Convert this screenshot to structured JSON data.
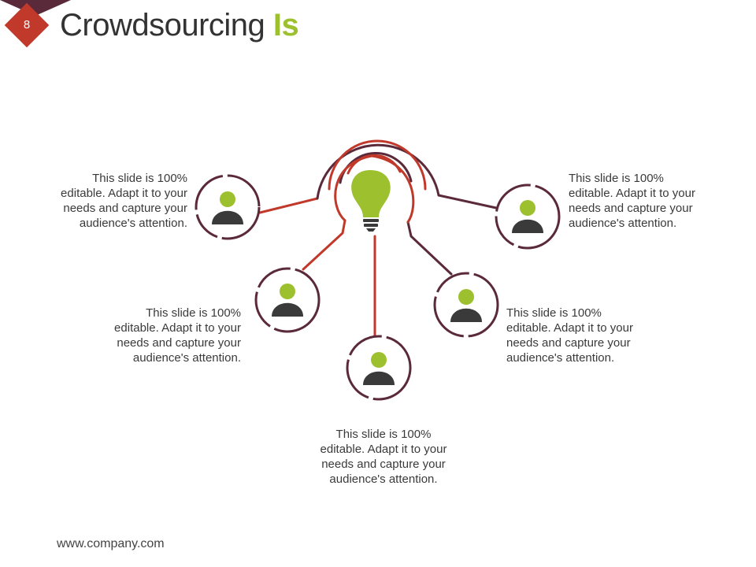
{
  "slide": {
    "number": "8",
    "title_main": "Crowdsourcing",
    "title_accent": "Is",
    "footer_url": "www.company.com"
  },
  "colors": {
    "accent_green": "#9dc12e",
    "accent_red": "#c0392b",
    "dark_plum": "#5b2a3a",
    "icon_dark": "#3a3a3a"
  },
  "icons": {
    "center": "lightbulb-icon",
    "nodes": "person-icon"
  },
  "nodes": [
    {
      "id": "top-left",
      "text": "This slide is 100% editable. Adapt it to your needs and capture your audience's attention."
    },
    {
      "id": "mid-left",
      "text": "This slide is 100% editable. Adapt it to your needs and capture your audience's attention."
    },
    {
      "id": "bottom",
      "text": "This slide is 100% editable. Adapt it to your needs and capture your audience's attention."
    },
    {
      "id": "mid-right",
      "text": "This slide is 100% editable. Adapt it to your needs and capture your audience's attention."
    },
    {
      "id": "top-right",
      "text": "This slide is 100% editable. Adapt it to your needs and capture your audience's attention."
    }
  ]
}
